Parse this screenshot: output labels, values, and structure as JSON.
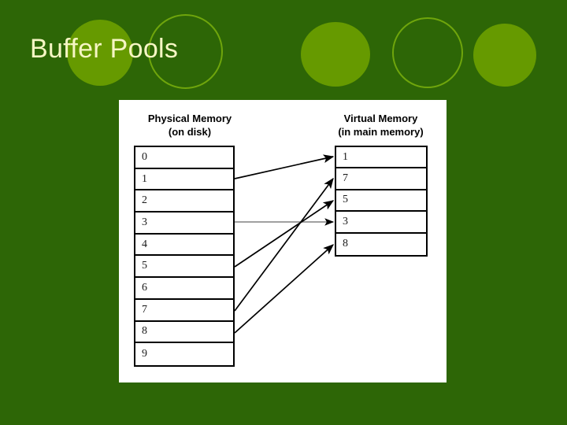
{
  "slide": {
    "title": "Buffer Pools",
    "background_color": "#2d6606",
    "title_color": "#f6f6c4",
    "accent_color": "#669a00",
    "panel_color": "#ffffff"
  },
  "decorations": [
    {
      "name": "circle-1",
      "style": "filled",
      "color": "#669a00"
    },
    {
      "name": "circle-2",
      "style": "outline",
      "color": "#6fa50c"
    },
    {
      "name": "circle-3",
      "style": "filled",
      "color": "#669a00"
    },
    {
      "name": "circle-4",
      "style": "outline",
      "color": "#6fa50c"
    },
    {
      "name": "circle-5",
      "style": "filled",
      "color": "#669a00"
    }
  ],
  "diagram": {
    "physical": {
      "heading_line1": "Physical Memory",
      "heading_line2": "(on disk)",
      "rows": [
        "0",
        "1",
        "2",
        "3",
        "4",
        "5",
        "6",
        "7",
        "8",
        "9"
      ]
    },
    "virtual": {
      "heading_line1": "Virtual Memory",
      "heading_line2": "(in main memory)",
      "rows": [
        "1",
        "7",
        "5",
        "3",
        "8"
      ]
    },
    "mappings": [
      {
        "from": "1",
        "to": "1",
        "color": "#000000"
      },
      {
        "from": "3",
        "to": "3",
        "color": "#808080"
      },
      {
        "from": "5",
        "to": "5",
        "color": "#000000"
      },
      {
        "from": "7",
        "to": "7",
        "color": "#000000"
      },
      {
        "from": "8",
        "to": "8",
        "color": "#000000"
      }
    ]
  }
}
